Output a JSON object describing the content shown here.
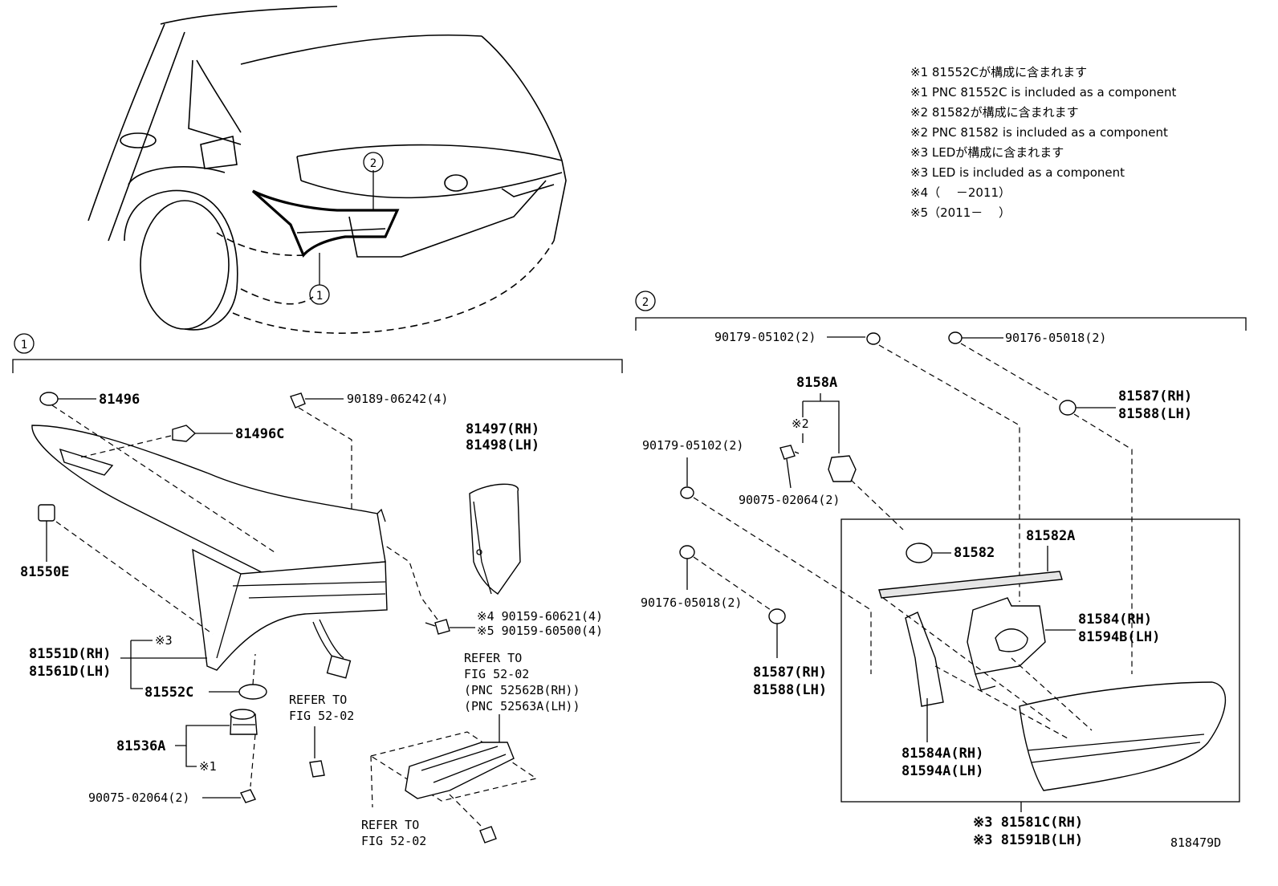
{
  "notes": [
    "※1 81552Cが構成に含まれます",
    "※1 PNC 81552C is included as a component",
    "※2 81582が構成に含まれます",
    "※2 PNC 81582 is included as a component",
    "※3 LEDが構成に含まれます",
    "※3 LED is included as a component",
    "※4（　 －2011）",
    "※5（2011－　 ）"
  ],
  "callouts": {
    "one": "1",
    "two": "2"
  },
  "group1": {
    "p81496": "81496",
    "p81496c": "81496C",
    "p90189": "90189-06242(4)",
    "p81497": "81497(RH)",
    "p81498": "81498(LH)",
    "p81550e": "81550E",
    "p81551d": "81551D(RH)",
    "p81561d": "81561D(LH)",
    "star3": "※3",
    "p81552c": "81552C",
    "p81536a": "81536A",
    "star1": "※1",
    "p90075": "90075-02064(2)",
    "n4_90159": "※4 90159-60621(4)",
    "n5_90159": "※5 90159-60500(4)",
    "ref_a1": "REFER TO",
    "ref_a2": "FIG 52-02",
    "ref_a3": "(PNC 52562B(RH))",
    "ref_a4": "(PNC 52563A(LH))",
    "ref_b1": "REFER TO",
    "ref_b2": "FIG 52-02",
    "ref_c1": "REFER TO",
    "ref_c2": "FIG 52-02"
  },
  "group2": {
    "p90179_top": "90179-05102(2)",
    "p90176_top": "90176-05018(2)",
    "p8158a": "8158A",
    "star2": "※2",
    "p81587_top": "81587(RH)",
    "p81588_top": "81588(LH)",
    "p90179_left": "90179-05102(2)",
    "p90075": "90075-02064(2)",
    "p81582": "81582",
    "p81582a": "81582A",
    "p90176_left": "90176-05018(2)",
    "p81584": "81584(RH)",
    "p81594b": "81594B(LH)",
    "p81587_bot": "81587(RH)",
    "p81588_bot": "81588(LH)",
    "p81584a": "81584A(RH)",
    "p81594a": "81594A(LH)",
    "p81581c": "※3 81581C(RH)",
    "p81591b": "※3 81591B(LH)"
  },
  "drawing_id": "818479D"
}
